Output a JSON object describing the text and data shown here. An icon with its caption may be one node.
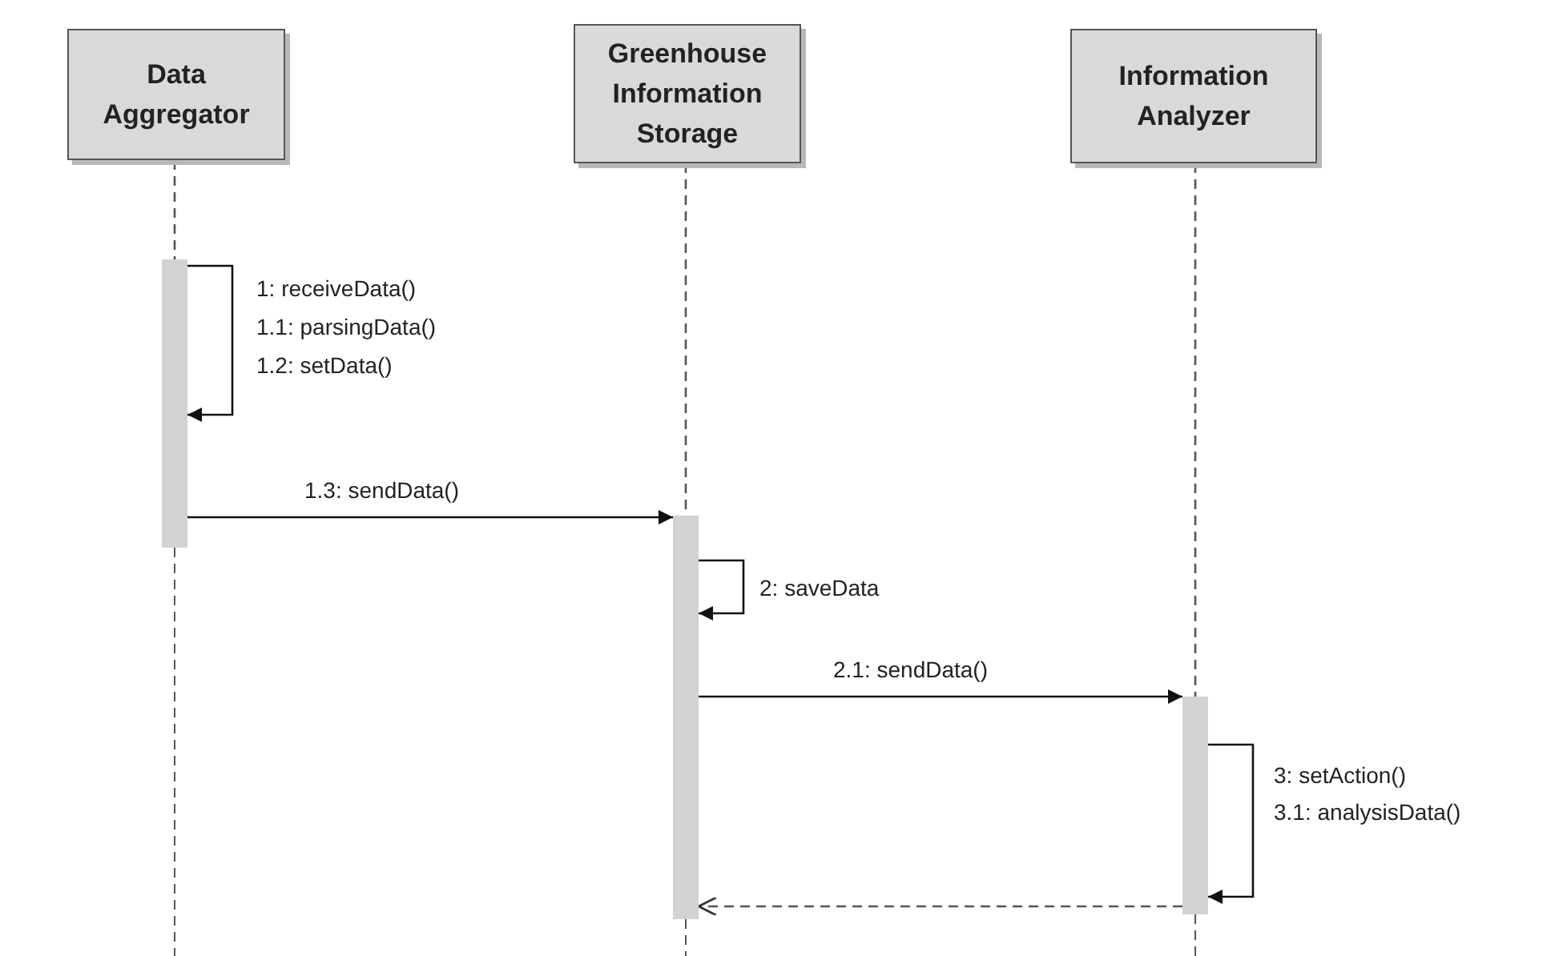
{
  "diagram": {
    "nodes": [
      {
        "text": [
          "Data Aggregator"
        ]
      },
      {
        "text": [
          "Greenhouse Information Storage"
        ]
      },
      {
        "text": [
          "Information Analyzer"
        ]
      },
      {
        "text": [],
        "shape": "bar"
      },
      {
        "text": [],
        "shape": "bar"
      },
      {
        "text": [],
        "shape": "bar"
      }
    ],
    "edges": [
      {
        "from": 0,
        "to": 3,
        "arrow": "none",
        "style": "dashed"
      },
      {
        "from": 1,
        "to": 4,
        "arrow": "none",
        "style": "dashed"
      },
      {
        "from": 2,
        "to": 5,
        "arrow": "none",
        "style": "dashed"
      },
      {
        "from": 3,
        "to": 3,
        "arrow": "to",
        "label": "1: receiveData()"
      },
      {
        "from": 3,
        "to": 4,
        "arrow": "to",
        "label": "1.3: sendData()"
      },
      {
        "from": 4,
        "to": 4,
        "arrow": "to",
        "label": "2: saveData"
      },
      {
        "from": 4,
        "to": 5,
        "arrow": "to",
        "label": "2.1: sendData()"
      },
      {
        "from": 5,
        "to": 5,
        "arrow": "to",
        "label": "3: setAction()"
      },
      {
        "from": 5,
        "to": 4,
        "arrow": "to",
        "style": "dashed"
      }
    ],
    "labels": [
      "1.1: parsingData()",
      "1.2: setData()",
      "3.1: analysisData()"
    ]
  }
}
